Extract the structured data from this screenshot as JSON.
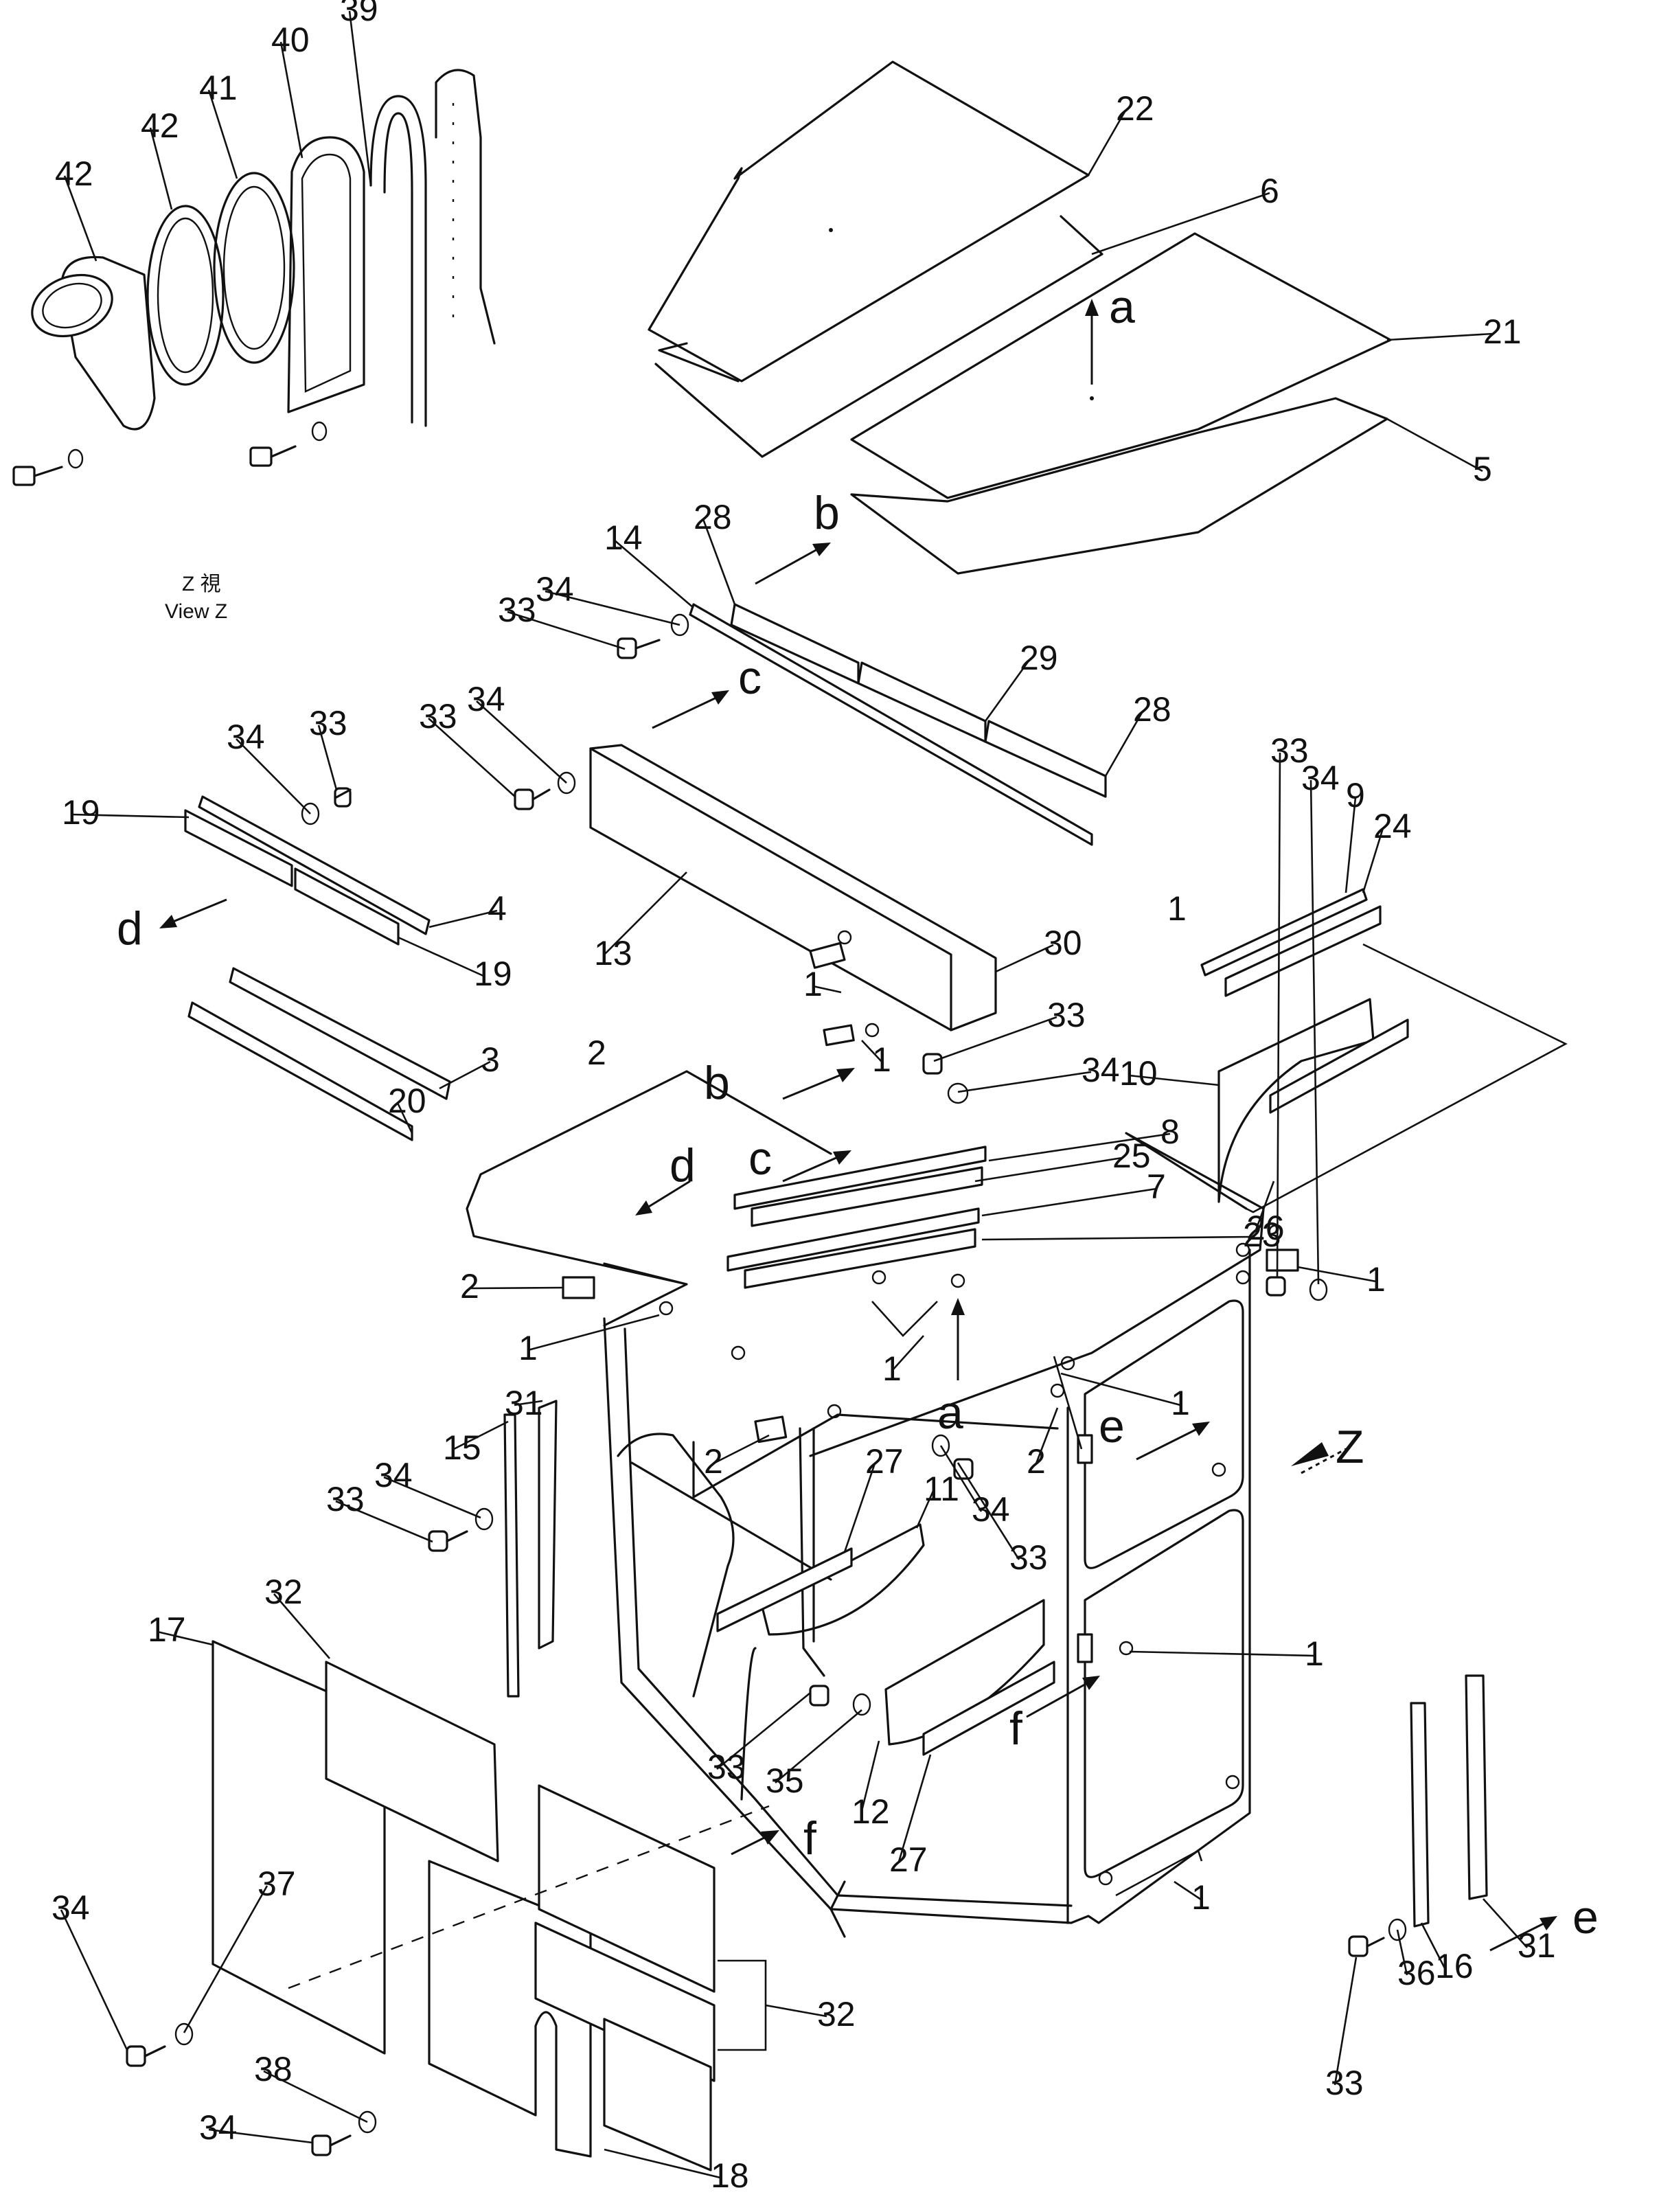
{
  "view_caption": {
    "jp": "Z 視",
    "en": "View Z"
  },
  "callouts": [
    "1",
    "1",
    "1",
    "1",
    "1",
    "1",
    "1",
    "1",
    "1",
    "2",
    "2",
    "2",
    "2",
    "3",
    "4",
    "5",
    "6",
    "7",
    "8",
    "9",
    "10",
    "11",
    "12",
    "13",
    "14",
    "15",
    "16",
    "17",
    "18",
    "19",
    "19",
    "20",
    "21",
    "22",
    "23",
    "24",
    "25",
    "26",
    "27",
    "27",
    "28",
    "28",
    "29",
    "30",
    "31",
    "31",
    "32",
    "32",
    "33",
    "33",
    "33",
    "33",
    "33",
    "33",
    "33",
    "33",
    "33",
    "34",
    "34",
    "34",
    "34",
    "34",
    "34",
    "34",
    "34",
    "34",
    "35",
    "36",
    "37",
    "38",
    "39",
    "40",
    "41",
    "42",
    "42"
  ],
  "view_letters": [
    "a",
    "a",
    "b",
    "b",
    "c",
    "c",
    "d",
    "d",
    "e",
    "e",
    "f",
    "f",
    "Z"
  ]
}
